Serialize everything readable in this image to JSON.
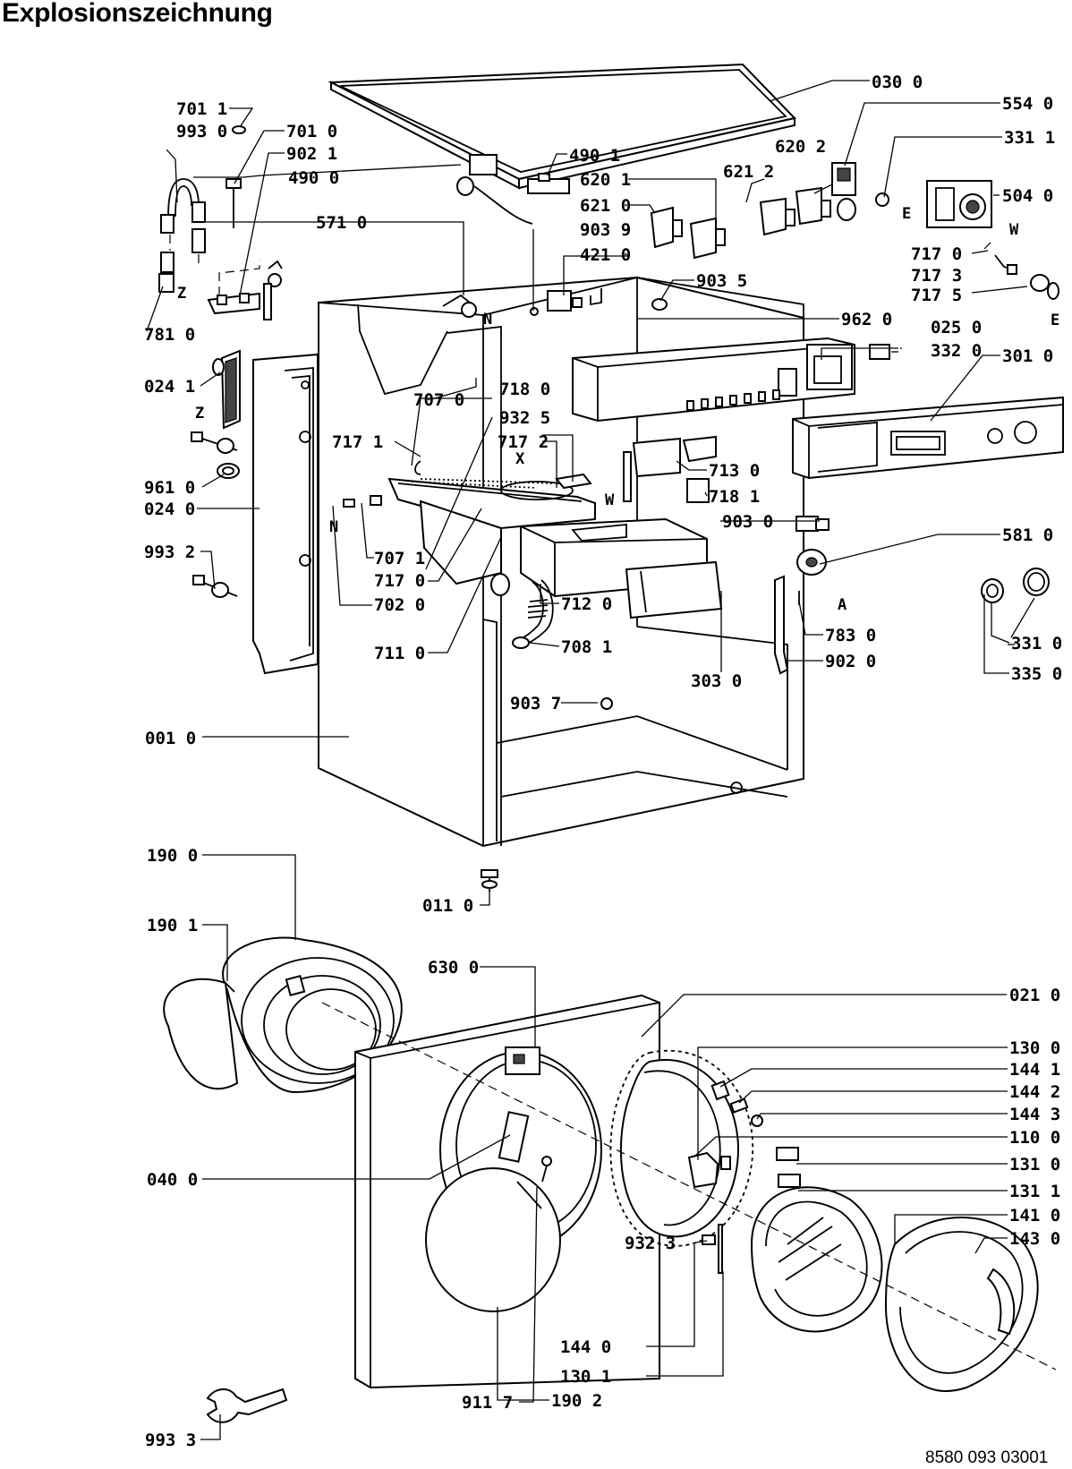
{
  "title": "Explosionszeichnung",
  "document_number": "8580 093 03001",
  "part_labels": [
    "701 1",
    "993 0",
    "701 0",
    "902 1",
    "490 0",
    "571 0",
    "781 0",
    "024 1",
    "961 0",
    "024 0",
    "993 2",
    "707 0",
    "932 5",
    "717 1",
    "717 2",
    "718 0",
    "707 1",
    "717 0",
    "702 0",
    "711 0",
    "712 0",
    "708 1",
    "903 7",
    "303 0",
    "001 0",
    "030 0",
    "554 0",
    "331 1",
    "620 2",
    "621 2",
    "490 1",
    "620 1",
    "621 0",
    "903 9",
    "421 0",
    "903 5",
    "504 0",
    "717 0",
    "717 3",
    "717 5",
    "962 0",
    "025 0",
    "332 0",
    "301 0",
    "713 0",
    "718 1",
    "903 0",
    "581 0",
    "783 0",
    "902 0",
    "331 0",
    "335 0",
    "011 0",
    "190 0",
    "190 1",
    "630 0",
    "021 0",
    "130 0",
    "144 1",
    "144 2",
    "144 3",
    "110 0",
    "131 0",
    "131 1",
    "141 0",
    "143 0",
    "040 0",
    "932 3",
    "911 7",
    "993 3",
    "144 0",
    "130 1",
    "190 2"
  ],
  "connection_markers": [
    "Z",
    "Z",
    "N",
    "N",
    "E",
    "E",
    "W",
    "W",
    "X",
    "A"
  ]
}
